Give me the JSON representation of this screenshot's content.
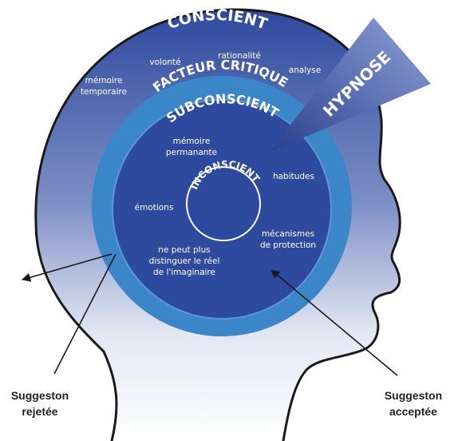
{
  "zones": {
    "conscient": "CONSCIENT",
    "facteur_critique": "FACTEUR CRITIQUE",
    "subconscient": "SUBCONSCIENT",
    "inconscient": "INCONSCIENT",
    "hypnose": "HYPNOSE"
  },
  "conscient_items": {
    "volonte": "volonté",
    "rationalite": "rationalité",
    "analyse": "analyse",
    "memoire_temporaire_1": "mémoire",
    "memoire_temporaire_2": "temporaire"
  },
  "subconscient_items": {
    "memoire_permanante_1": "mémoire",
    "memoire_permanante_2": "permanante",
    "habitudes": "habitudes",
    "emotions": "émotions",
    "mecanismes_1": "mécanismes",
    "mecanismes_2": "de protection",
    "reel_1": "ne peut plus",
    "reel_2": "distinguer le réel",
    "reel_3": "de l'imaginaire"
  },
  "captions": {
    "rejected_1": "Suggeston",
    "rejected_2": "rejetée",
    "accepted_1": "Suggeston",
    "accepted_2": "acceptée"
  },
  "colors": {
    "head_top": "#2e4a9e",
    "head_bottom": "#ffffff",
    "ring": "#3a86c8",
    "inner": "#2e4a9e",
    "outline": "#1a1a1a"
  }
}
